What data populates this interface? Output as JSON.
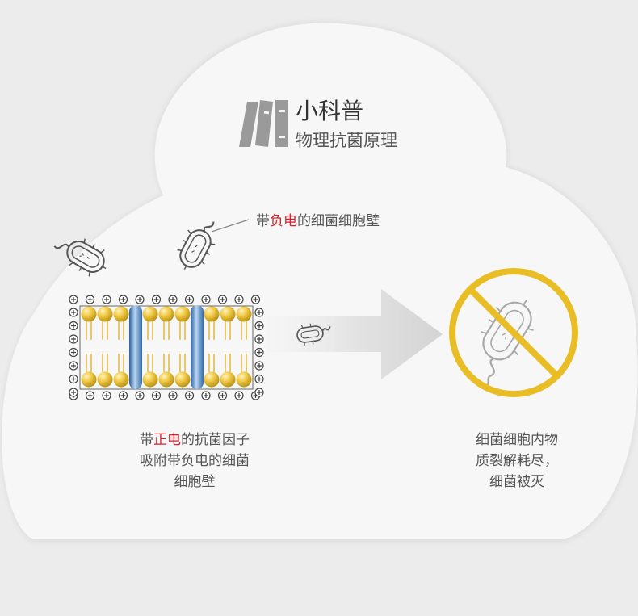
{
  "header": {
    "title": "小科普",
    "subtitle": "物理抗菌原理",
    "icon": "books-icon"
  },
  "callout": {
    "prefix": "带",
    "highlight": "负电",
    "suffix": "的细菌细胞壁"
  },
  "left_caption": {
    "line1_prefix": "带",
    "line1_highlight": "正电",
    "line1_suffix": "的抗菌因子",
    "line2": "吸附带负电的细菌",
    "line3": "细胞壁"
  },
  "right_caption": {
    "line1": "细菌细胞内物",
    "line2": "质裂解耗尽，",
    "line3": "细菌被灭"
  },
  "colors": {
    "background": "#ececec",
    "cloud": "#f7f7f7",
    "highlight_red": "#d6202b",
    "prohibit_yellow": "#e8bd25",
    "bead_gold": "#e7bb2e",
    "channel_blue": "#4a86c8",
    "arrow_gray": "#d9d9d9"
  }
}
